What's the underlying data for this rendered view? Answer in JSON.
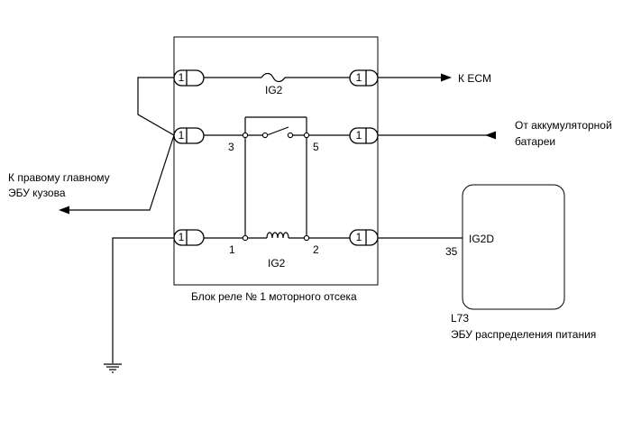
{
  "connector_pin": "1",
  "labels": {
    "to_ecm": "К ECM",
    "fuse_ig2": "IG2",
    "from_battery_1": "От аккумуляторной",
    "from_battery_2": "батареи",
    "to_body_ecu_1": "К правому главному",
    "to_body_ecu_2": "ЭБУ кузова",
    "relay_pin_3": "3",
    "relay_pin_5": "5",
    "relay_pin_1": "1",
    "relay_pin_2": "2",
    "relay_coil": "IG2",
    "relay_block": "Блок реле № 1 моторного отсека",
    "ecu_pin_no": "35",
    "ecu_pin_name": "IG2D",
    "ecu_code": "L73",
    "ecu_name": "ЭБУ распределения питания"
  }
}
